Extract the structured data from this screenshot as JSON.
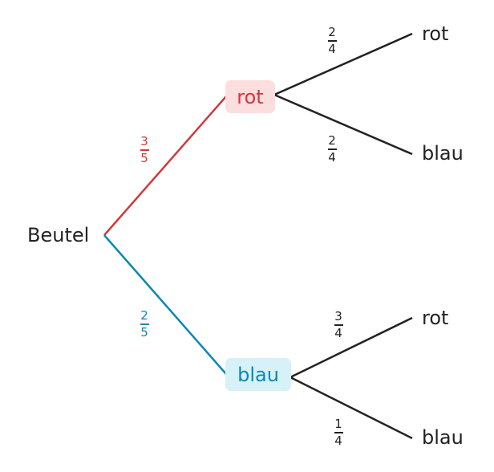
{
  "colors": {
    "red": "#d0393b",
    "red_bg": "#fcdede",
    "blue": "#0a88b5",
    "blue_bg": "#d6f1f7",
    "line": "#222222"
  },
  "root": {
    "label": "Beutel"
  },
  "level1": [
    {
      "label": "rot",
      "prob_num": "3",
      "prob_den": "5"
    },
    {
      "label": "blau",
      "prob_num": "2",
      "prob_den": "5"
    }
  ],
  "level2": [
    {
      "label": "rot",
      "prob_num": "2",
      "prob_den": "4"
    },
    {
      "label": "blau",
      "prob_num": "2",
      "prob_den": "4"
    },
    {
      "label": "rot",
      "prob_num": "3",
      "prob_den": "4"
    },
    {
      "label": "blau",
      "prob_num": "1",
      "prob_den": "4"
    }
  ]
}
